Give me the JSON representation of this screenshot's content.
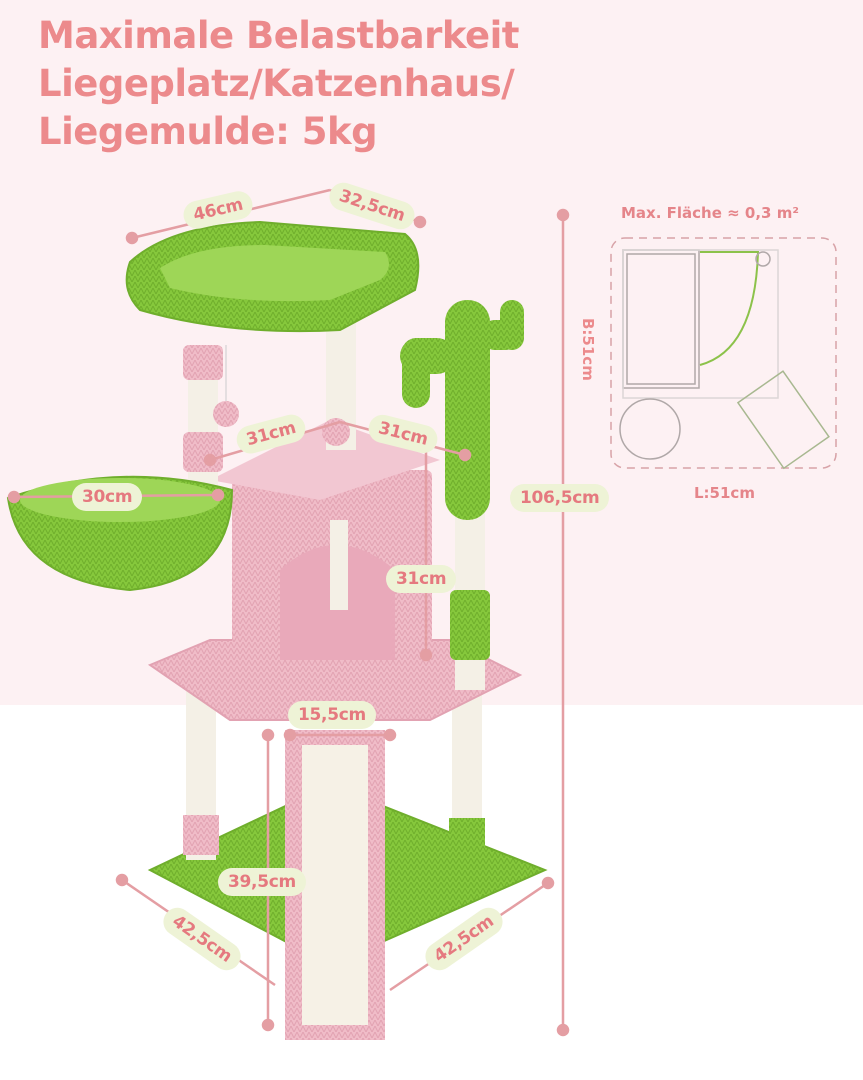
{
  "headline": {
    "lines": [
      "Maximale Belastbarkeit",
      "Liegeplatz/Katzenhaus/",
      "Liegemulde: 5kg"
    ]
  },
  "dimensions": {
    "top_bed_width": "46cm",
    "top_bed_depth": "32,5cm",
    "platform_left": "31cm",
    "platform_right": "31cm",
    "basket_diameter": "30cm",
    "total_height": "106,5cm",
    "house_height": "31cm",
    "ramp_width": "15,5cm",
    "ramp_height": "39,5cm",
    "base_left": "42,5cm",
    "base_right": "42,5cm"
  },
  "footprint": {
    "title": "Max. Fläche ≈ 0,3 m²",
    "length": "L:51cm",
    "width": "B:51cm"
  },
  "colors": {
    "accent_text": "#ec8a8c",
    "pill_bg": "#eef3d6",
    "line": "#e49ea3",
    "green": "#86c83c",
    "pink": "#f0bcc8",
    "sisal": "#f4f0e6",
    "bg_top": "#fdf1f3"
  }
}
